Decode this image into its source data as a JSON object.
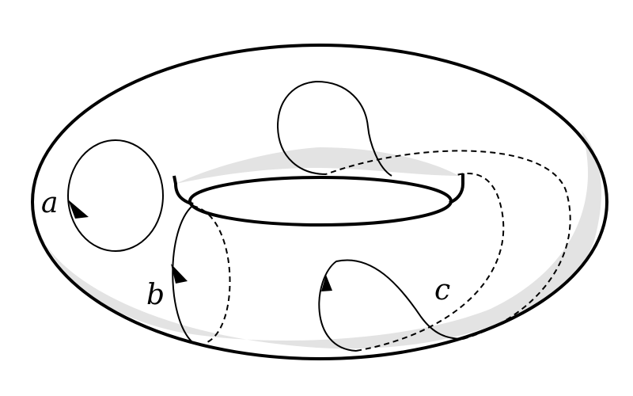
{
  "diagram": {
    "colors": {
      "stroke": "#000000",
      "shading": "#e3e3e3",
      "surface": "#ffffff"
    },
    "curves": [
      {
        "id": "a",
        "label": "a",
        "kind": "meridian-loop",
        "oriented": true
      },
      {
        "id": "b",
        "label": "b",
        "kind": "longitude-loop",
        "oriented": true
      },
      {
        "id": "c",
        "label": "c",
        "kind": "mixed-loop",
        "oriented": true
      }
    ]
  }
}
